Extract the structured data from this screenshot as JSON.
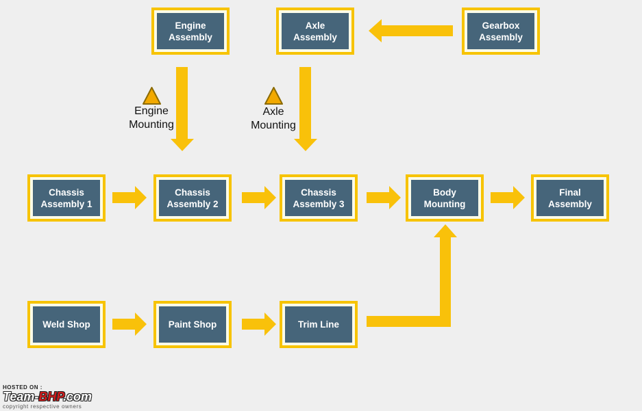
{
  "colors": {
    "background": "#efefef",
    "box_fill": "#46657a",
    "box_border": "#f7c300",
    "arrow": "#f9c10a",
    "warning_fill": "#f2a900",
    "warning_border": "#8a6a00"
  },
  "boxes": {
    "engine_assembly": "Engine\nAssembly",
    "axle_assembly": "Axle\nAssembly",
    "gearbox_assembly": "Gearbox\nAssembly",
    "chassis_assembly_1": "Chassis\nAssembly 1",
    "chassis_assembly_2": "Chassis\nAssembly 2",
    "chassis_assembly_3": "Chassis\nAssembly 3",
    "body_mounting": "Body\nMounting",
    "final_assembly": "Final\nAssembly",
    "weld_shop": "Weld Shop",
    "paint_shop": "Paint Shop",
    "trim_line": "Trim Line"
  },
  "labels": {
    "engine_mounting": "Engine\nMounting",
    "axle_mounting": "Axle\nMounting"
  },
  "icons": {
    "engine_mounting_warning": "warning-triangle",
    "axle_mounting_warning": "warning-triangle"
  },
  "watermark": {
    "hosted_on": "HOSTED ON :",
    "logo_main": "Team-",
    "logo_accent": "BHP",
    "logo_suffix": ".com",
    "copyright": "copyright respective owners"
  }
}
